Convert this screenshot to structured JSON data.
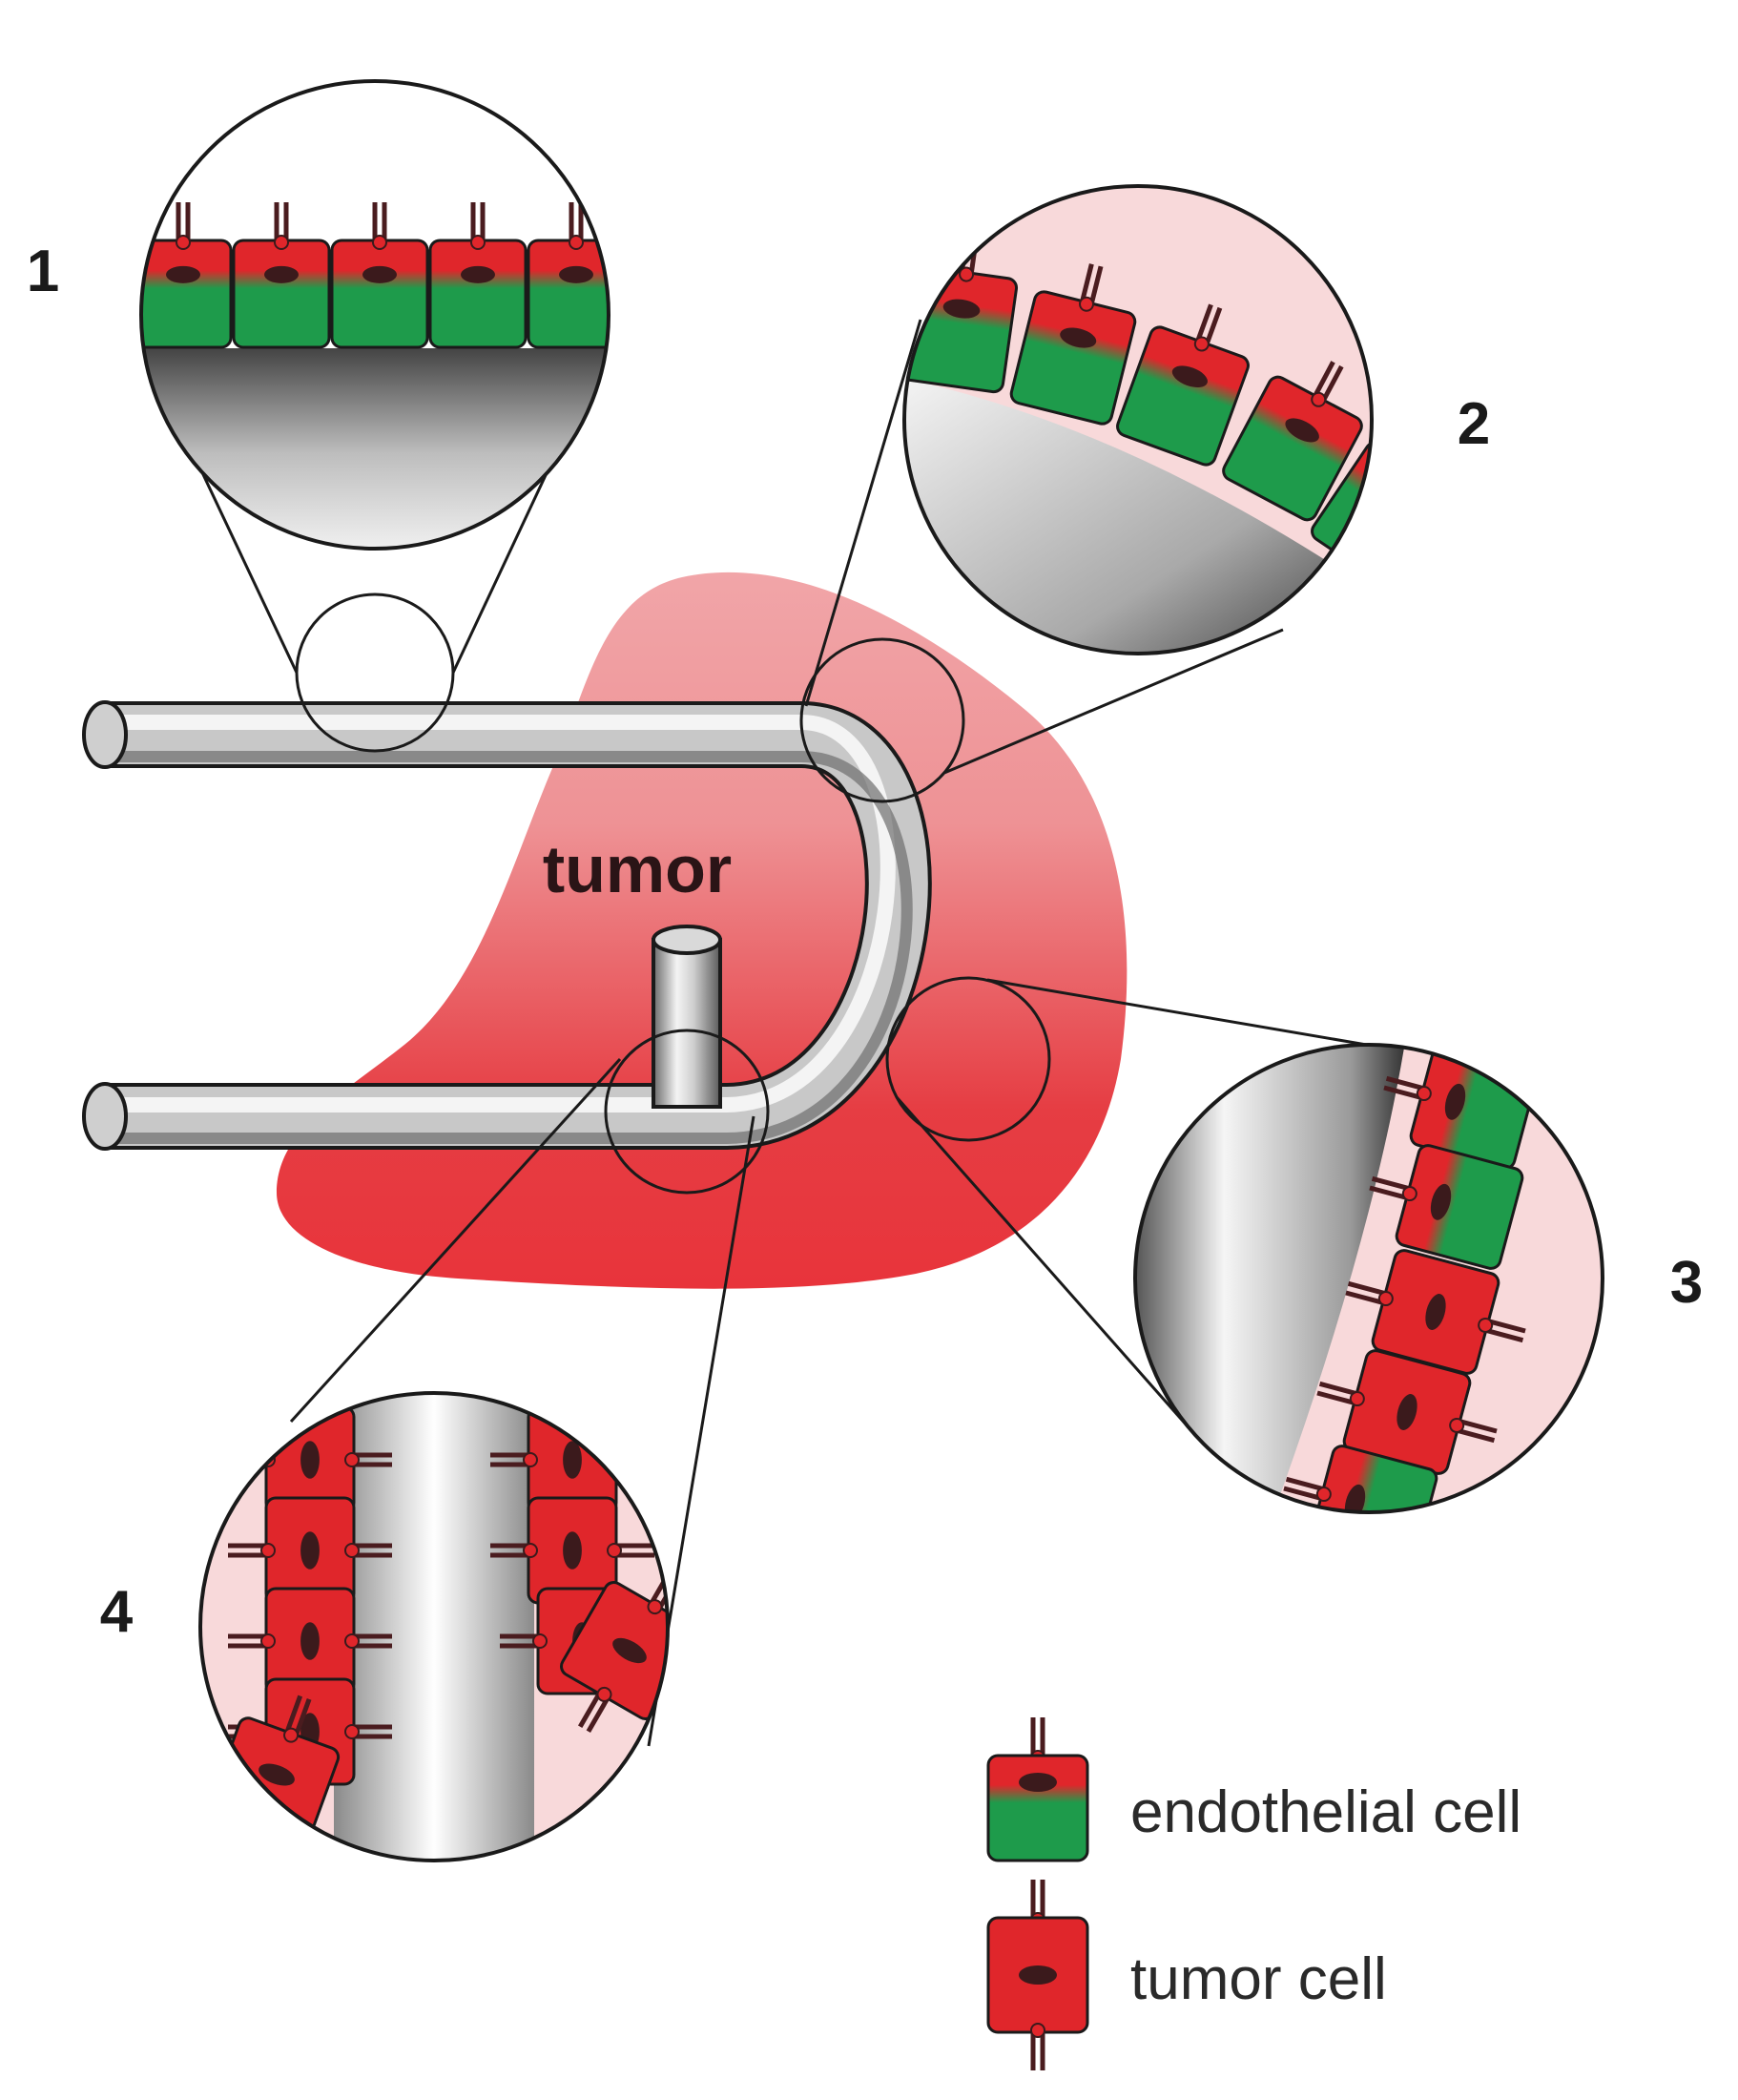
{
  "labels": {
    "tumor": "tumor",
    "inset_1": "1",
    "inset_2": "2",
    "inset_3": "3",
    "inset_4": "4"
  },
  "legend": {
    "endothelial_cell": "endothelial cell",
    "tumor_cell": "tumor cell"
  },
  "colors": {
    "tumor_region": "#e8343b",
    "tumor_region_light": "#f1a5a8",
    "endothelial_green": "#1e9b4b",
    "tumor_cell_red": "#e0262b",
    "nucleus": "#3b1a1c",
    "vessel": "#b4b4b4",
    "inset_background": "#f8d9da"
  }
}
